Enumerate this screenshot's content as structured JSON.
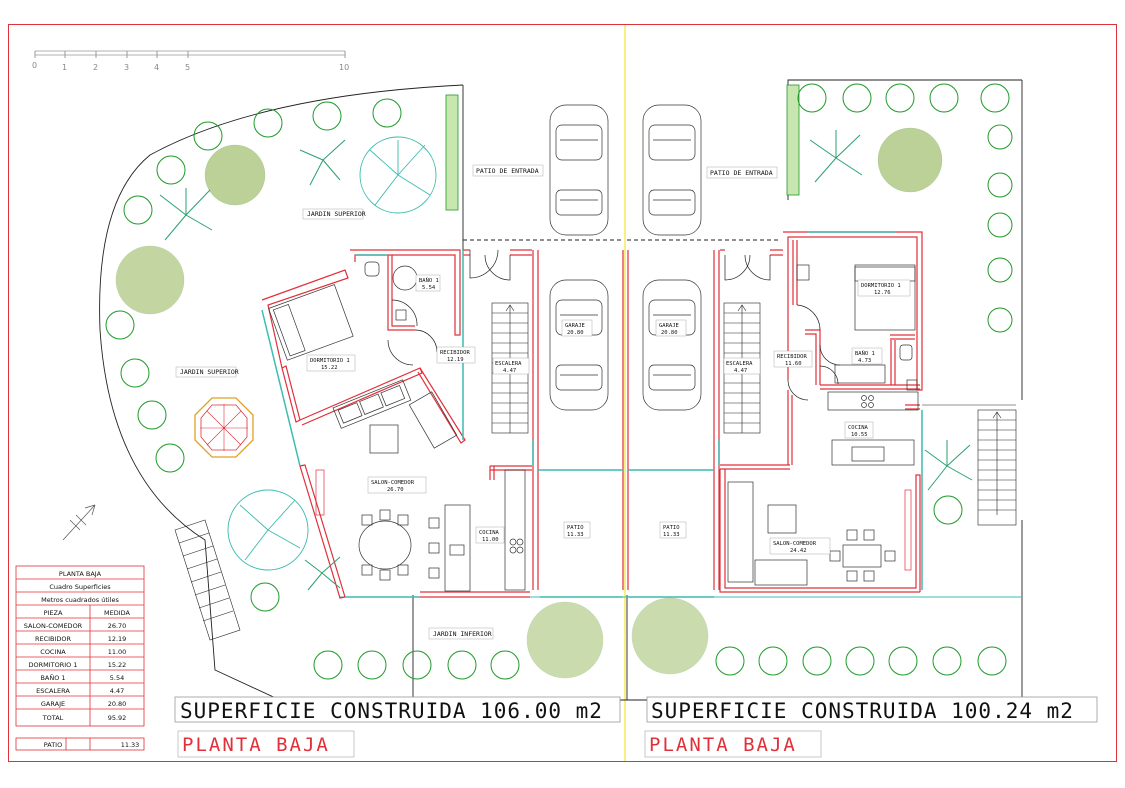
{
  "scale_bar": {
    "ticks": [
      "0",
      "1",
      "2",
      "3",
      "4",
      "5",
      "10"
    ]
  },
  "left_unit": {
    "rooms": {
      "jardin_superior_top": "JARDIN SUPERIOR",
      "jardin_superior_left": "JARDIN SUPERIOR",
      "patio_entrada": "PATIO DE ENTRADA",
      "bano": {
        "name": "BAÑO 1",
        "area": "5.54"
      },
      "recibidor": {
        "name": "RECIBIDOR",
        "area": "12.19"
      },
      "dormitorio": {
        "name": "DORMITORIO 1",
        "area": "15.22"
      },
      "escalera": {
        "name": "ESCALERA",
        "area": "4.47"
      },
      "garaje": {
        "name": "GARAJE",
        "area": "20.80"
      },
      "salon": {
        "name": "SALON-COMEDOR",
        "area": "26.70"
      },
      "cocina": {
        "name": "COCINA",
        "area": "11.00"
      },
      "patio": {
        "name": "PATIO",
        "area": "11.33"
      },
      "jardin_inferior": "JARDIN INFERIOR"
    },
    "surface": "SUPERFICIE CONSTRUIDA 106.00 m2",
    "title": "PLANTA BAJA"
  },
  "right_unit": {
    "rooms": {
      "patio_entrada": "PATIO DE ENTRADA",
      "garaje": {
        "name": "GARAJE",
        "area": "20.80"
      },
      "dormitorio": {
        "name": "DORMITORIO 1",
        "area": "12.76"
      },
      "recibidor": {
        "name": "RECIBIDOR",
        "area": "11.60"
      },
      "bano": {
        "name": "BAÑO 1",
        "area": "4.73"
      },
      "escalera": {
        "name": "ESCALERA",
        "area": "4.47"
      },
      "cocina": {
        "name": "COCINA",
        "area": "10.55"
      },
      "salon": {
        "name": "SALON-COMEDOR",
        "area": "24.42"
      },
      "patio": {
        "name": "PATIO",
        "area": "11.33"
      }
    },
    "surface": "SUPERFICIE CONSTRUIDA 100.24 m2",
    "title": "PLANTA BAJA"
  },
  "table": {
    "title": "PLANTA BAJA",
    "subtitle": "Cuadro Superficies",
    "units": "Metros cuadrados útiles",
    "col_piece": "PIEZA",
    "col_measure": "MEDIDA",
    "rows": [
      {
        "name": "SALON-COMEDOR",
        "value": "26.70"
      },
      {
        "name": "RECIBIDOR",
        "value": "12.19"
      },
      {
        "name": "COCINA",
        "value": "11.00"
      },
      {
        "name": "DORMITORIO 1",
        "value": "15.22"
      },
      {
        "name": "BAÑO 1",
        "value": "5.54"
      },
      {
        "name": "ESCALERA",
        "value": "4.47"
      },
      {
        "name": "GARAJE",
        "value": "20.80"
      },
      {
        "name": "TOTAL",
        "value": "95.92"
      }
    ],
    "patio_row": {
      "name": "PATIO",
      "value": "11.33"
    }
  },
  "colors": {
    "wall": "#e0303a",
    "glass": "#3cbcb0",
    "tree": "#1f9a2a",
    "shrub": "#6a9a1a",
    "line": "#222222"
  }
}
